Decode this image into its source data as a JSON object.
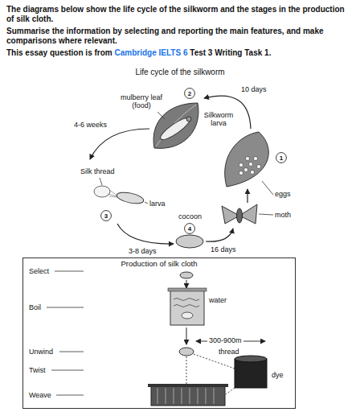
{
  "diagram": {
    "title": "Life cycle of the silkworm",
    "nodes": [
      {
        "text": [
          "2"
        ]
      },
      {
        "text": [
          "1"
        ]
      },
      {
        "text": [
          "3"
        ]
      },
      {
        "text": [
          "4"
        ]
      },
      {
        "text": [
          "Production of silk cloth"
        ]
      }
    ],
    "labels": [
      "The diagrams below show the life cycle of the silkworm and the stages in the production of silk cloth.",
      "Summarise the information by selecting and reporting the main features, and make comparisons where relevant.",
      "This essay question is from",
      "Cambridge IELTS 6",
      "Test 3 Writing Task 1.",
      "mulberry leaf (food)",
      "Silkworm larva",
      "10 days",
      "4-6 weeks",
      "Silk thread",
      "larva",
      "eggs",
      "moth",
      "cocoon",
      "3-8 days",
      "16 days",
      "Select",
      "Boil",
      "water",
      "Unwind",
      "300-900m",
      "thread",
      "Twist",
      "dye",
      "Weave"
    ]
  }
}
